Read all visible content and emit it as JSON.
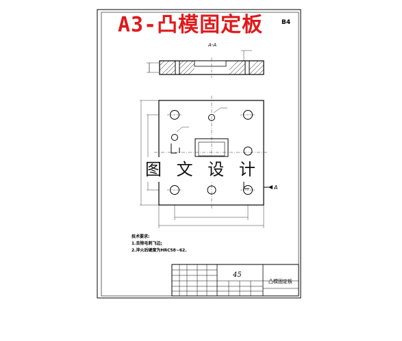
{
  "page_title": "A3-凸模固定板",
  "corner_mark": "B4",
  "section_label": "A-A",
  "cut_mark": "A",
  "watermark": "图 文 设 计",
  "notes": {
    "heading": "技术要求:",
    "items": [
      "1.去除毛刺飞边;",
      "2.淬火后硬度为HRC58~62."
    ]
  },
  "title_block": {
    "material": "45",
    "part_name": "凸模固定板"
  }
}
